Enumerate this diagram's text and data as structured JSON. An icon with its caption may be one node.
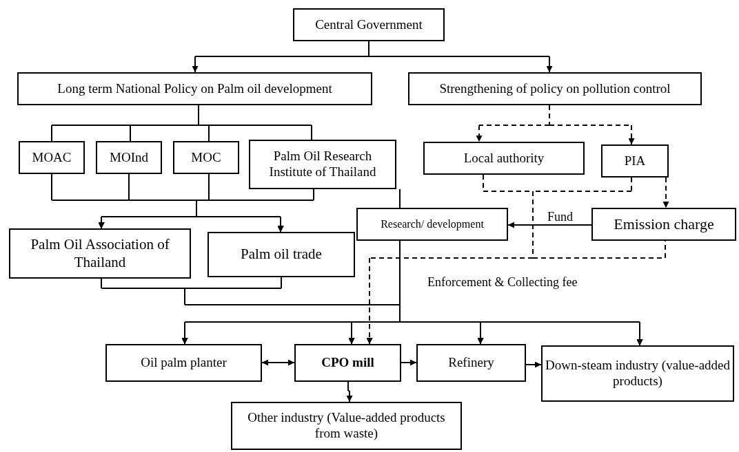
{
  "diagram": {
    "nodes": [
      {
        "text": [
          "Central Government"
        ]
      },
      {
        "text": [
          "Long term National Policy on Palm oil development"
        ]
      },
      {
        "text": [
          "Strengthening of policy on pollution control"
        ]
      },
      {
        "text": [
          "MOAC"
        ]
      },
      {
        "text": [
          "MOInd"
        ]
      },
      {
        "text": [
          "MOC"
        ]
      },
      {
        "text": [
          "Palm Oil Research Institute of Thailand"
        ]
      },
      {
        "text": [
          "Local authority"
        ]
      },
      {
        "text": [
          "PIA"
        ]
      },
      {
        "text": [
          "Research/ development"
        ]
      },
      {
        "text": [
          "Emission charge"
        ]
      },
      {
        "text": [
          "Palm Oil Association of Thailand"
        ]
      },
      {
        "text": [
          "Palm oil trade"
        ]
      },
      {
        "text": [
          "Oil palm planter"
        ]
      },
      {
        "text": [
          "CPO mill"
        ]
      },
      {
        "text": [
          "Refinery"
        ]
      },
      {
        "text": [
          "Down-steam industry (value-added products)"
        ]
      },
      {
        "text": [
          "Other industry (Value-added products from waste)"
        ]
      }
    ],
    "edges": [
      {
        "from": 0,
        "to": 1,
        "arrow": "to"
      },
      {
        "from": 0,
        "to": 2,
        "arrow": "to"
      },
      {
        "from": 1,
        "to": 3,
        "arrow": "none"
      },
      {
        "from": 1,
        "to": 4,
        "arrow": "none"
      },
      {
        "from": 1,
        "to": 5,
        "arrow": "none"
      },
      {
        "from": 1,
        "to": 6,
        "arrow": "none"
      },
      {
        "from": 3,
        "to": 11,
        "arrow": "to"
      },
      {
        "from": 3,
        "to": 12,
        "arrow": "to"
      },
      {
        "from": 4,
        "to": 11,
        "arrow": "to"
      },
      {
        "from": 4,
        "to": 12,
        "arrow": "to"
      },
      {
        "from": 5,
        "to": 11,
        "arrow": "to"
      },
      {
        "from": 5,
        "to": 12,
        "arrow": "to"
      },
      {
        "from": 6,
        "to": 11,
        "arrow": "to"
      },
      {
        "from": 6,
        "to": 12,
        "arrow": "to"
      },
      {
        "from": 2,
        "to": 7,
        "arrow": "to",
        "style": "dashed"
      },
      {
        "from": 2,
        "to": 8,
        "arrow": "to",
        "style": "dashed"
      },
      {
        "from": 6,
        "to": 9,
        "arrow": "none"
      },
      {
        "from": 10,
        "to": 9,
        "arrow": "to",
        "label": "Fund"
      },
      {
        "from": 7,
        "to": 10,
        "arrow": "to",
        "style": "dashed"
      },
      {
        "from": 7,
        "to": 14,
        "arrow": "to",
        "style": "dashed"
      },
      {
        "from": 8,
        "to": 10,
        "arrow": "to",
        "style": "dashed"
      },
      {
        "from": 8,
        "to": 14,
        "arrow": "to",
        "style": "dashed"
      },
      {
        "from": 8,
        "to": 10,
        "arrow": "to",
        "style": "dashed"
      },
      {
        "from": 11,
        "to": 13,
        "arrow": "to"
      },
      {
        "from": 11,
        "to": 14,
        "arrow": "to"
      },
      {
        "from": 11,
        "to": 15,
        "arrow": "to"
      },
      {
        "from": 11,
        "to": 16,
        "arrow": "to"
      },
      {
        "from": 12,
        "to": 13,
        "arrow": "to"
      },
      {
        "from": 12,
        "to": 14,
        "arrow": "to"
      },
      {
        "from": 12,
        "to": 15,
        "arrow": "to"
      },
      {
        "from": 12,
        "to": 16,
        "arrow": "to"
      },
      {
        "from": 9,
        "to": 13,
        "arrow": "to"
      },
      {
        "from": 9,
        "to": 14,
        "arrow": "to"
      },
      {
        "from": 9,
        "to": 15,
        "arrow": "to"
      },
      {
        "from": 9,
        "to": 16,
        "arrow": "to"
      },
      {
        "from": 13,
        "to": 14,
        "arrow": "both"
      },
      {
        "from": 14,
        "to": 15,
        "arrow": "to"
      },
      {
        "from": 15,
        "to": 16,
        "arrow": "to"
      },
      {
        "from": 14,
        "to": 17,
        "arrow": "to"
      }
    ],
    "labels": [
      "Enforcement & Collecting fee"
    ]
  }
}
